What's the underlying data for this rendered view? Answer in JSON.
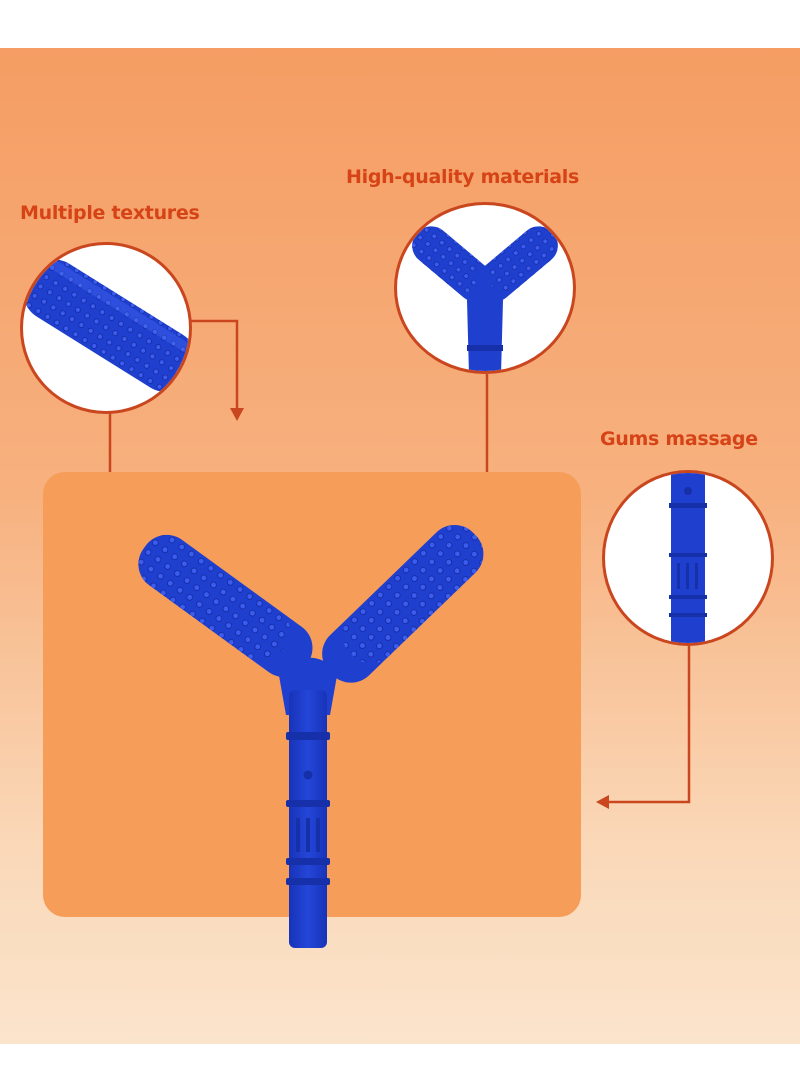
{
  "callouts": {
    "textures": {
      "label": "Multiple textures"
    },
    "materials": {
      "label": "High-quality materials"
    },
    "gums": {
      "label": "Gums massage"
    }
  },
  "colors": {
    "background_top": "#f59d63",
    "background_bottom": "#fbe4cc",
    "panel": "#f79d5a",
    "label_text": "#d64317",
    "connector_line": "#c9461f",
    "toy_blue": "#1f3fcf",
    "toy_blue_dark": "#1530a8"
  },
  "icons": [
    "y-shaped-teether-icon",
    "textured-tube-icon",
    "arrow-down-icon",
    "arrow-left-icon"
  ]
}
